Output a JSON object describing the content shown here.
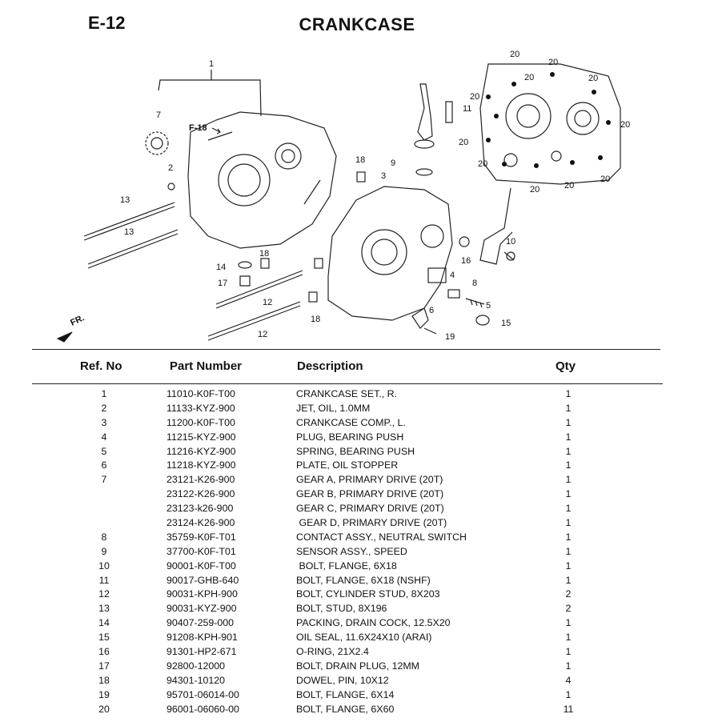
{
  "header": {
    "code": "E-12",
    "title": "CRANKCASE"
  },
  "diagram": {
    "callouts": [
      "1",
      "7",
      "F-18",
      "2",
      "13",
      "13",
      "14",
      "17",
      "18",
      "12",
      "12",
      "18",
      "18",
      "3",
      "9",
      "11",
      "4",
      "5",
      "6",
      "19",
      "15",
      "8",
      "16",
      "10",
      "20",
      "20",
      "20",
      "20",
      "20",
      "20",
      "20",
      "20",
      "20",
      "20",
      "20"
    ],
    "fr_label": "FR."
  },
  "table": {
    "columns": [
      "Ref. No",
      "Part Number",
      "Description",
      "Qty"
    ],
    "rows": [
      {
        "ref": "1",
        "part": "11010-K0F-T00",
        "desc": "CRANKCASE SET., R.",
        "qty": "1"
      },
      {
        "ref": "2",
        "part": "11133-KYZ-900",
        "desc": "JET, OIL, 1.0MM",
        "qty": "1"
      },
      {
        "ref": "3",
        "part": "11200-K0F-T00",
        "desc": "CRANKCASE COMP., L.",
        "qty": "1"
      },
      {
        "ref": "4",
        "part": "11215-KYZ-900",
        "desc": "PLUG, BEARING PUSH",
        "qty": "1"
      },
      {
        "ref": "5",
        "part": "11216-KYZ-900",
        "desc": "SPRING, BEARING PUSH",
        "qty": "1"
      },
      {
        "ref": "6",
        "part": "11218-KYZ-900",
        "desc": "PLATE, OIL STOPPER",
        "qty": "1"
      },
      {
        "ref": "7",
        "part": "23121-K26-900",
        "desc": "GEAR A, PRIMARY DRIVE (20T)",
        "qty": "1"
      },
      {
        "ref": "",
        "part": "23122-K26-900",
        "desc": "GEAR B, PRIMARY DRIVE (20T)",
        "qty": "1"
      },
      {
        "ref": "",
        "part": "23123-k26-900",
        "desc": "GEAR C, PRIMARY DRIVE (20T)",
        "qty": "1"
      },
      {
        "ref": "",
        "part": "23124-K26-900",
        "desc": " GEAR D, PRIMARY DRIVE (20T)",
        "qty": "1"
      },
      {
        "ref": "8",
        "part": "35759-K0F-T01",
        "desc": "CONTACT ASSY., NEUTRAL SWITCH",
        "qty": "1"
      },
      {
        "ref": "9",
        "part": "37700-K0F-T01",
        "desc": "SENSOR ASSY., SPEED",
        "qty": "1"
      },
      {
        "ref": "10",
        "part": "90001-K0F-T00",
        "desc": " BOLT, FLANGE, 6X18",
        "qty": "1"
      },
      {
        "ref": "11",
        "part": "90017-GHB-640",
        "desc": "BOLT, FLANGE, 6X18 (NSHF)",
        "qty": "1"
      },
      {
        "ref": "12",
        "part": "90031-KPH-900",
        "desc": "BOLT, CYLINDER STUD, 8X203",
        "qty": "2"
      },
      {
        "ref": "13",
        "part": "90031-KYZ-900",
        "desc": "BOLT, STUD, 8X196",
        "qty": "2"
      },
      {
        "ref": "14",
        "part": "90407-259-000",
        "desc": "PACKING, DRAIN COCK, 12.5X20",
        "qty": "1"
      },
      {
        "ref": "15",
        "part": "91208-KPH-901",
        "desc": "OIL SEAL, 11.6X24X10 (ARAI)",
        "qty": "1"
      },
      {
        "ref": "16",
        "part": "91301-HP2-671",
        "desc": "O-RING, 21X2.4",
        "qty": "1"
      },
      {
        "ref": "17",
        "part": "92800-12000",
        "desc": "BOLT, DRAIN PLUG, 12MM",
        "qty": "1"
      },
      {
        "ref": "18",
        "part": "94301-10120",
        "desc": "DOWEL, PIN, 10X12",
        "qty": "4"
      },
      {
        "ref": "19",
        "part": "95701-06014-00",
        "desc": "BOLT, FLANGE, 6X14",
        "qty": "1"
      },
      {
        "ref": "20",
        "part": "96001-06060-00",
        "desc": "BOLT, FLANGE, 6X60",
        "qty": "11"
      }
    ]
  }
}
